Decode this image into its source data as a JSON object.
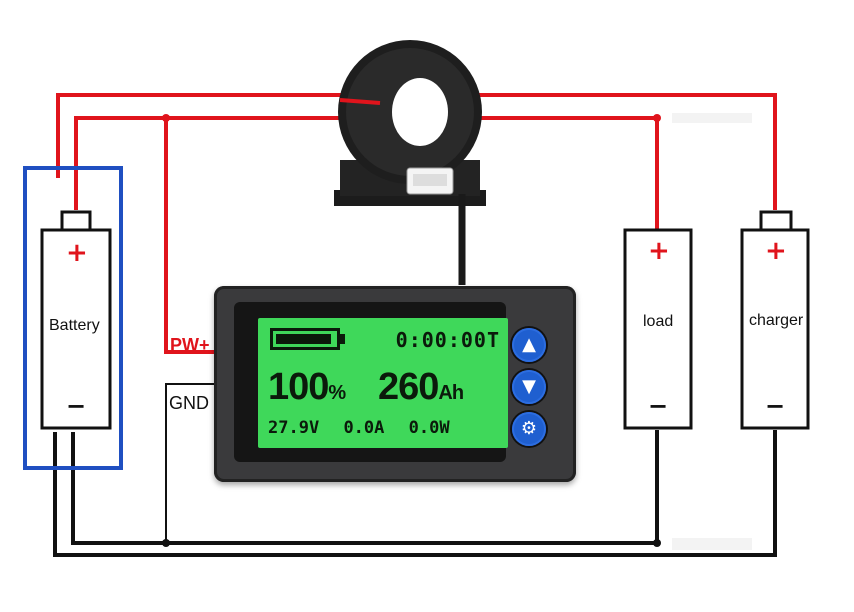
{
  "battery": {
    "label": "Battery",
    "plus": "+",
    "minus": "−"
  },
  "load": {
    "label": "load",
    "plus": "+",
    "minus": "−"
  },
  "charger": {
    "label": "charger",
    "plus": "+",
    "minus": "−"
  },
  "wiring": {
    "pw_label": "PW+",
    "gnd_label": "GND"
  },
  "meter": {
    "time": "0:00:00T",
    "percent": "100",
    "percent_unit": "%",
    "capacity": "260",
    "capacity_unit": "Ah",
    "voltage": "27.9V",
    "current": "0.0A",
    "power": "0.0W",
    "battery_level": 0.95,
    "buttons": {
      "up": "up-arrow-icon",
      "down": "down-arrow-icon",
      "settings": "gear-icon"
    }
  },
  "colors": {
    "positive_wire": "#e0141c",
    "negative_wire": "#111111",
    "battery_outline": "#1f4fc1",
    "screen": "#3fd85a",
    "button": "#1f5fd0"
  }
}
